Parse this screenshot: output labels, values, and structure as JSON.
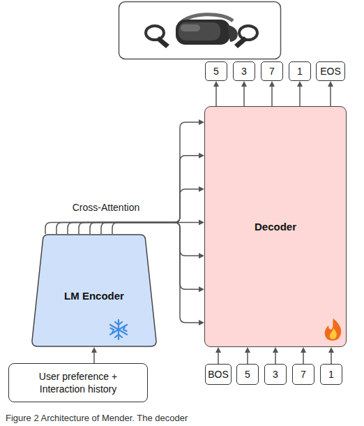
{
  "diagram": {
    "caption": "Figure 2 Architecture of Mender. The decoder",
    "nodes": [
      {
        "text": [
          "5"
        ]
      },
      {
        "text": [
          "3"
        ]
      },
      {
        "text": [
          "7"
        ]
      },
      {
        "text": [
          "1"
        ]
      },
      {
        "text": [
          "EOS"
        ]
      },
      {
        "text": [
          "Decoder"
        ]
      },
      {
        "text": [
          "LM Encoder"
        ]
      },
      {
        "text": [
          "BOS"
        ]
      },
      {
        "text": [
          "5"
        ]
      },
      {
        "text": [
          "3"
        ]
      },
      {
        "text": [
          "7"
        ]
      },
      {
        "text": [
          "1"
        ]
      },
      {
        "text": [
          "User preference + Interaction history"
        ]
      }
    ],
    "edges": [
      {
        "from": 5,
        "to": 0,
        "arrow": "to"
      },
      {
        "from": 5,
        "to": 1,
        "arrow": "to"
      },
      {
        "from": 5,
        "to": 2,
        "arrow": "to"
      },
      {
        "from": 5,
        "to": 3,
        "arrow": "to"
      },
      {
        "from": 5,
        "to": 4,
        "arrow": "to"
      },
      {
        "from": 6,
        "to": 5,
        "label": "Cross-Attention",
        "arrow": "to"
      },
      {
        "from": 7,
        "to": 5,
        "arrow": "to"
      },
      {
        "from": 8,
        "to": 5,
        "arrow": "to"
      },
      {
        "from": 9,
        "to": 5,
        "arrow": "to"
      },
      {
        "from": 10,
        "to": 5,
        "arrow": "to"
      },
      {
        "from": 11,
        "to": 5,
        "arrow": "to"
      },
      {
        "from": 12,
        "to": 6,
        "arrow": "to"
      }
    ]
  }
}
